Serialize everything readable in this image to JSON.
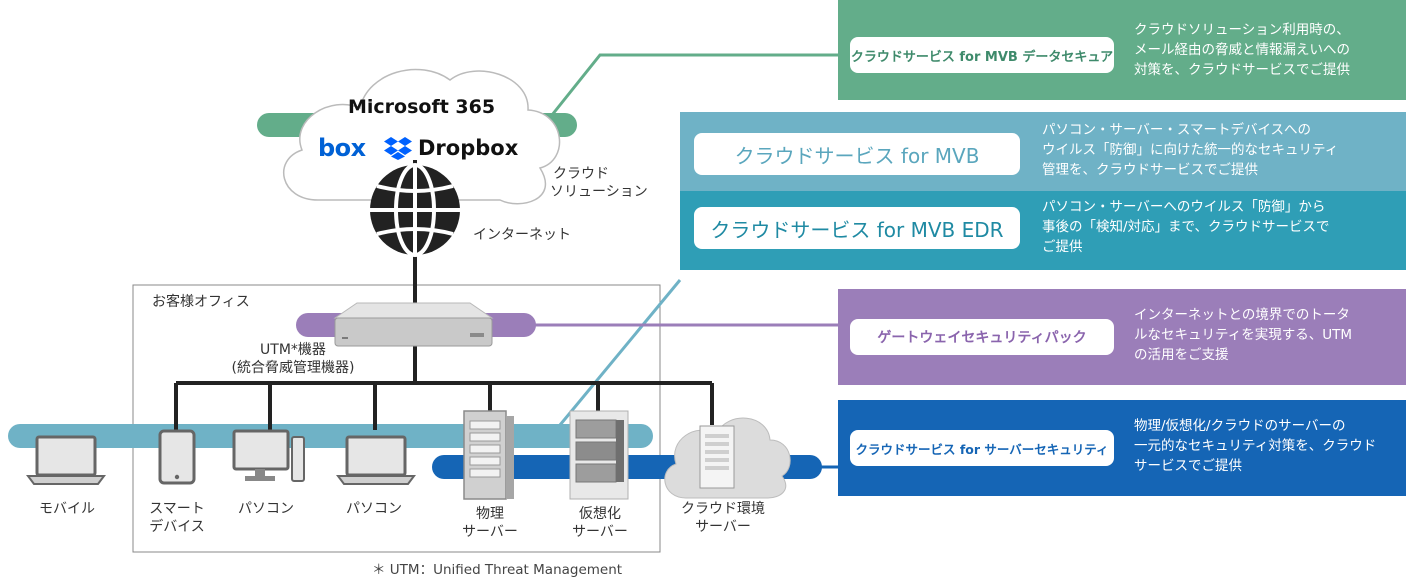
{
  "cloud": {
    "microsoft": "Microsoft 365",
    "box": "box",
    "dropbox": "Dropbox",
    "label_line1": "クラウド",
    "label_line2": "ソリューション"
  },
  "internet_label": "インターネット",
  "office_label": "お客様オフィス",
  "utm": {
    "label_line1": "UTM*機器",
    "label_line2": "(統合脅威管理機器)"
  },
  "devices": {
    "mobile": "モバイル",
    "smart_line1": "スマート",
    "smart_line2": "デバイス",
    "pc1": "パソコン",
    "pc2": "パソコン",
    "physical_line1": "物理",
    "physical_line2": "サーバー",
    "virtual_line1": "仮想化",
    "virtual_line2": "サーバー",
    "cloudenv_line1": "クラウド環境",
    "cloudenv_line2": "サーバー"
  },
  "footnote": "＊ UTM：Unified Threat Management",
  "services": [
    {
      "name": "クラウドサービス for MVB データセキュア",
      "desc": [
        "クラウドソリューション利用時の、",
        "メール経由の脅威と情報漏えいへの",
        "対策を、クラウドサービスでご提供"
      ],
      "color": "#63ad8a",
      "text_color": "#3e8a6b"
    },
    {
      "name": "クラウドサービス for MVB",
      "desc": [
        "パソコン・サーバー・スマートデバイスへの",
        "ウイルス「防御」に向けた統一的なセキュリティ",
        "管理を、クラウドサービスでご提供"
      ],
      "color": "#6fb2c6",
      "text_color": "#5aa6bd"
    },
    {
      "name": "クラウドサービス for MVB EDR",
      "desc": [
        "パソコン・サーバーへのウイルス「防御」から",
        "事後の「検知/対応」まで、クラウドサービスで",
        "ご提供"
      ],
      "color": "#2f9eb6",
      "text_color": "#1f8aa3"
    },
    {
      "name": "ゲートウェイセキュリティパック",
      "desc": [
        "インターネットとの境界でのトータ",
        "ルなセキュリティを実現する、UTM",
        "の活用をご支援"
      ],
      "color": "#9b7eb9",
      "text_color": "#8a64ad"
    },
    {
      "name": "クラウドサービス for サーバーセキュリティ",
      "desc": [
        "物理/仮想化/クラウドのサーバーの",
        "一元的なセキュリティ対策を、クラウド",
        "サービスでご提供"
      ],
      "color": "#1565b5",
      "text_color": "#1565b5"
    }
  ]
}
